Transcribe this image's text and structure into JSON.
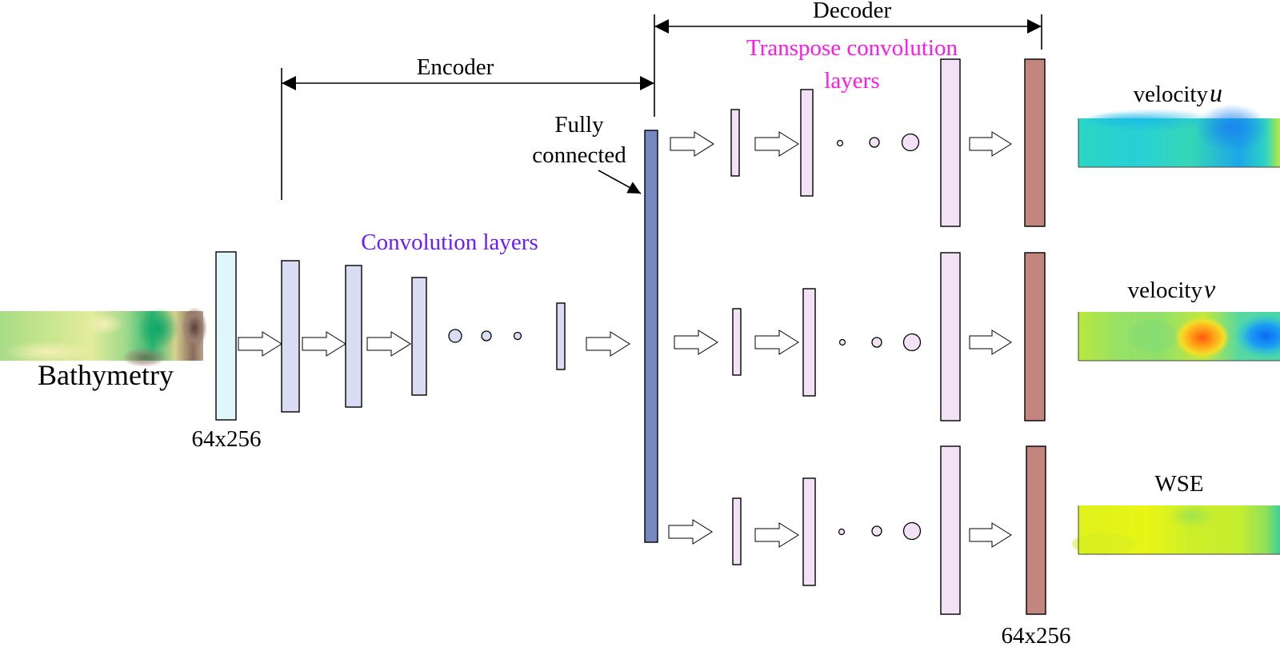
{
  "labels": {
    "encoder": "Encoder",
    "decoder": "Decoder",
    "fully_connected_line1": "Fully",
    "fully_connected_line2": "connected",
    "convolution_layers": "Convolution layers",
    "transpose_line1": "Transpose convolution",
    "transpose_line2": "layers",
    "bathymetry": "Bathymetry",
    "input_size": "64x256",
    "output_size": "64x256",
    "velocity_u_text": "velocity ",
    "velocity_u_symbol": "u",
    "velocity_v_text": "velocity ",
    "velocity_v_symbol": "v",
    "wse": "WSE"
  },
  "colors": {
    "input_layer": "#dff6fb",
    "encoder_layer": "#d9dcf3",
    "fully_connected_layer": "#7588c0",
    "decoder_layer": "#f3e1f5",
    "output_layer": "#c3867f",
    "convolution_label": "#6a1bff",
    "transpose_label": "#ff19e8"
  }
}
